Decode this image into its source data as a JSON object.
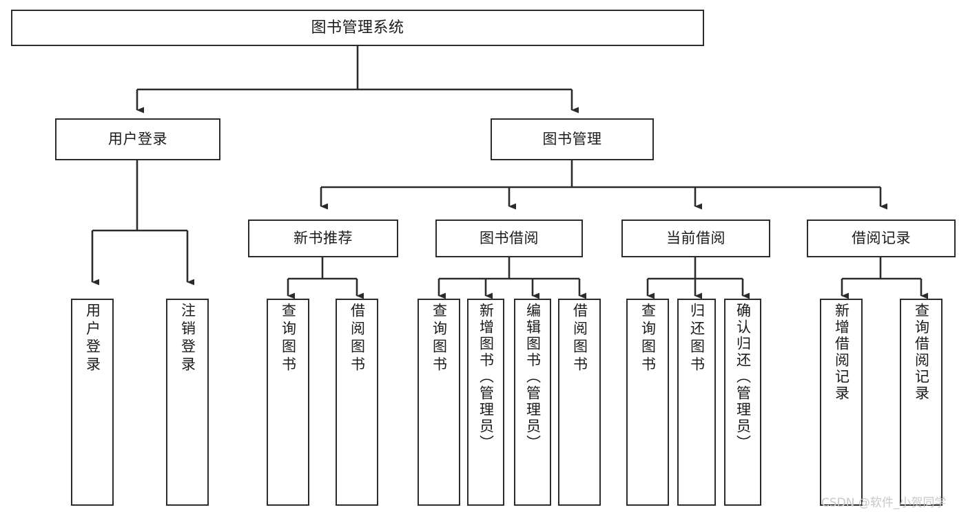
{
  "diagram": {
    "title": "图书管理系统",
    "type": "hierarchy-tree",
    "watermark": "CSDN @软件_小贺同学",
    "colors": {
      "box_border": "#2b2b2b",
      "box_fill": "#ffffff",
      "connector": "#2b2b2b",
      "text": "#1b1b1b",
      "watermark": "#c8c8c8"
    },
    "nodes": {
      "root": {
        "label": "图书管理系统"
      },
      "level2": [
        {
          "label": "用户登录"
        },
        {
          "label": "图书管理"
        }
      ],
      "level3": [
        {
          "label": "新书推荐"
        },
        {
          "label": "图书借阅"
        },
        {
          "label": "当前借阅"
        },
        {
          "label": "借阅记录"
        }
      ],
      "leaves_user_login": [
        {
          "label": "用户登录"
        },
        {
          "label": "注销登录"
        }
      ],
      "leaves_new_book": [
        {
          "label": "查询图书"
        },
        {
          "label": "借阅图书"
        }
      ],
      "leaves_book_borrow": [
        {
          "label": "查询图书"
        },
        {
          "label": "新增图书（管理员）"
        },
        {
          "label": "编辑图书（管理员）"
        },
        {
          "label": "借阅图书"
        }
      ],
      "leaves_current_borrow": [
        {
          "label": "查询图书"
        },
        {
          "label": "归还图书"
        },
        {
          "label": "确认归还（管理员）"
        }
      ],
      "leaves_borrow_record": [
        {
          "label": "新增借阅记录"
        },
        {
          "label": "查询借阅记录"
        }
      ]
    }
  }
}
